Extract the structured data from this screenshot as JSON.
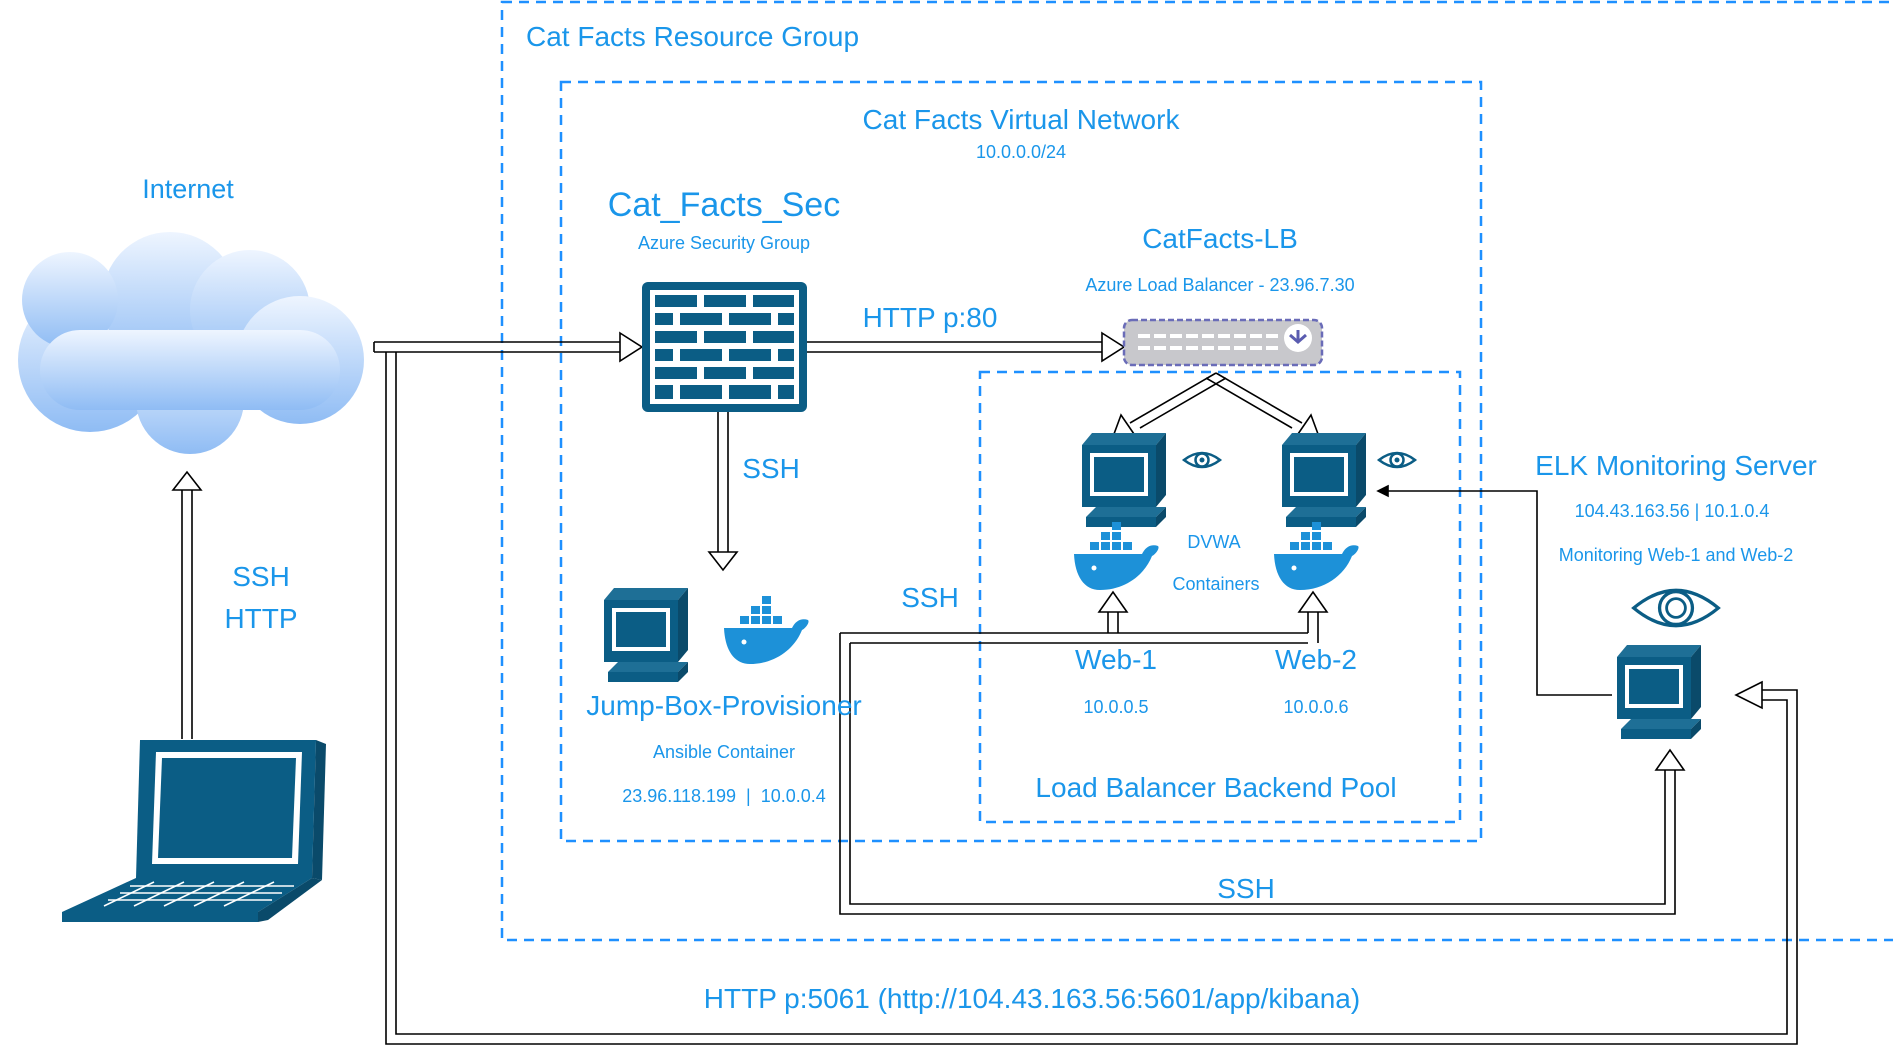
{
  "labels": {
    "resource_group": "Cat Facts Resource Group",
    "vnet_title": "Cat Facts Virtual Network",
    "vnet_cidr": "10.0.0.0/24",
    "internet": "Internet",
    "nsg_name": "Cat_Facts_Sec",
    "nsg_type": "Azure Security Group",
    "lb_name": "CatFacts-LB",
    "lb_desc": "Azure Load Balancer - 23.96.7.30",
    "http_80": "HTTP p:80",
    "ssh_nsg_jump": "SSH",
    "ssh_jump_web": "SSH",
    "ssh_jump_elk": "SSH",
    "client_protocols": [
      "SSH",
      "HTTP"
    ],
    "dvwa": "DVWA",
    "containers": "Containers",
    "web1_name": "Web-1",
    "web1_ip": "10.0.0.5",
    "web2_name": "Web-2",
    "web2_ip": "10.0.0.6",
    "backend_pool": "Load Balancer Backend Pool",
    "jump_name": "Jump-Box-Provisioner",
    "jump_container": "Ansible Container",
    "jump_ips": "23.96.118.199  |  10.0.0.4",
    "elk_name": "ELK Monitoring Server",
    "elk_ips": "104.43.163.56 | 10.1.0.4",
    "elk_desc": "Monitoring Web-1 and Web-2",
    "kibana": "HTTP p:5061 (http://104.43.163.56:5601/app/kibana)"
  },
  "icons": {
    "cloud": "cloud-icon",
    "firewall": "firewall-icon",
    "load_balancer": "load-balancer-icon",
    "computer": "computer-icon",
    "docker": "docker-icon",
    "eye": "eye-icon",
    "laptop": "laptop-icon"
  },
  "colors": {
    "label_blue": "#1a96ea",
    "boundary_blue": "#1e90ff",
    "icon_dark": "#0b5d85",
    "docker_blue": "#1d91d8",
    "cloud_light": "#e4efff",
    "cloud_dark": "#8fbcf4",
    "lb_gray": "#c8c8cc",
    "lb_border": "#6a6cb8",
    "line": "#000000"
  }
}
